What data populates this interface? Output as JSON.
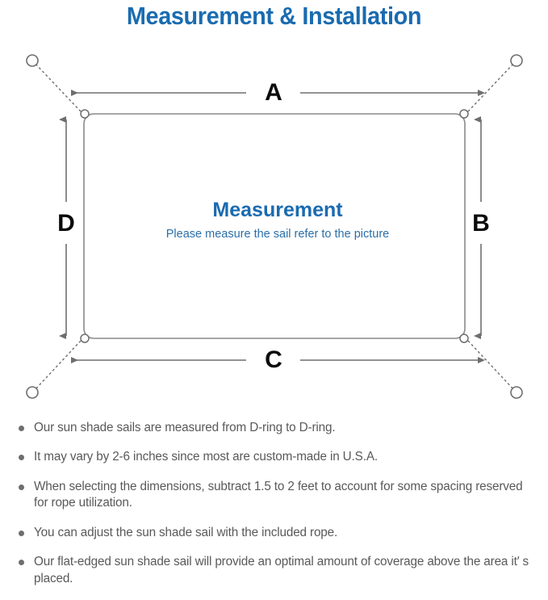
{
  "page": {
    "title": "Measurement & Installation",
    "title_color": "#1a6bb0",
    "background": "#ffffff"
  },
  "diagram": {
    "center_title": "Measurement",
    "center_subtitle": "Please measure the sail refer to the picture",
    "center_title_color": "#1a6bb0",
    "center_subtitle_color": "#2a6fa8",
    "line_color": "#6e6e70",
    "sail_edge_color": "#8a8a8c",
    "labels": {
      "top": "A",
      "right": "B",
      "bottom": "C",
      "left": "D"
    },
    "label_color": "#0b0b0b",
    "icons": {
      "d_ring": "d-ring-icon",
      "anchor_point": "anchor-point-icon",
      "rope": "dotted-rope-icon",
      "dimension_arrow": "dimension-arrow-icon"
    }
  },
  "notes": [
    "Our sun shade sails are measured from D-ring to D-ring.",
    "It may vary by 2-6 inches since most are custom-made in U.S.A.",
    "When selecting the dimensions, subtract 1.5 to 2 feet to account for some spacing reserved for rope utilization.",
    "You can adjust the sun shade sail with the included rope.",
    "Our flat-edged sun shade sail will provide an optimal amount of coverage above the area it′ s placed."
  ],
  "notes_color": "#59595b",
  "bullet_color": "#6e6e70"
}
